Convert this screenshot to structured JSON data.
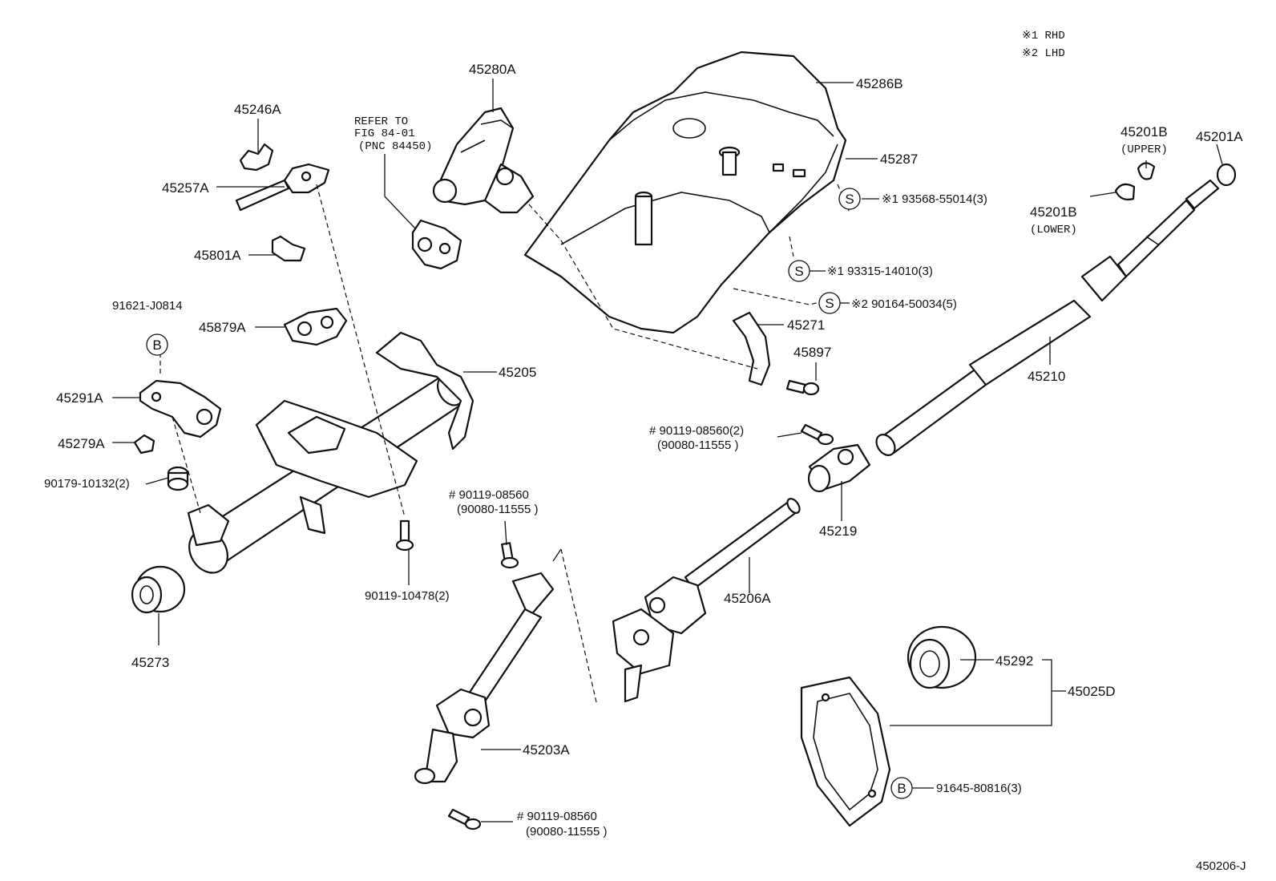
{
  "legend": {
    "rhd": "※1 RHD",
    "lhd": "※2 LHD"
  },
  "refer": {
    "line1": "REFER TO",
    "line2": "FIG 84-01",
    "line3": "(PNC 84450)"
  },
  "symbols": {
    "s": "S",
    "b": "B"
  },
  "labels": {
    "p45280A": "45280A",
    "p45286B": "45286B",
    "p45287": "45287",
    "p45246A": "45246A",
    "p45257A": "45257A",
    "p45801A": "45801A",
    "p45879A": "45879A",
    "p91621": "91621-J0814",
    "p45291A": "45291A",
    "p45279A": "45279A",
    "p90179": "90179-10132(2)",
    "p45205": "45205",
    "p45273": "45273",
    "p90119_10478": "90119-10478(2)",
    "p90119_upper_a": "# 90119-08560",
    "p90080_upper_a": "(90080-11555  )",
    "p45203A": "45203A",
    "p90119_bottom_a": "# 90119-08560",
    "p90080_bottom_a": "(90080-11555  )",
    "p93568": "※1 93568-55014(3)",
    "p93315": "※1 93315-14010(3)",
    "p90164": "※2 90164-50034(5)",
    "p45271": "45271",
    "p45897": "45897",
    "p90119_right_a": "# 90119-08560(2)",
    "p90080_right_a": "(90080-11555  )",
    "p45219": "45219",
    "p45206A": "45206A",
    "p45210": "45210",
    "p45201B_upper": "45201B",
    "p45201B_upper_note": "(UPPER)",
    "p45201A": "45201A",
    "p45201B_lower": "45201B",
    "p45201B_lower_note": "(LOWER)",
    "p45292": "45292",
    "p45025D": "45025D",
    "p91645": "91645-80816(3)",
    "diagram_id": "450206-J"
  }
}
